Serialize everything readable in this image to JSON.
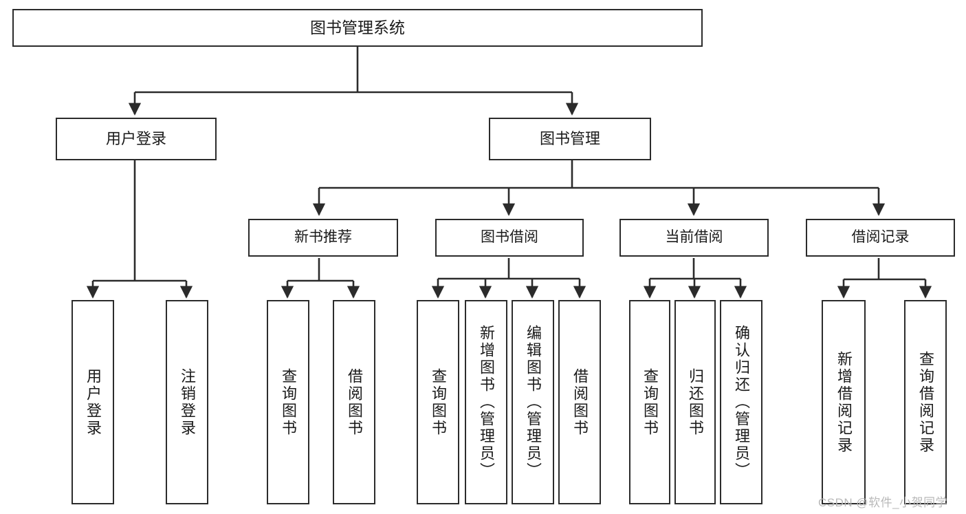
{
  "diagram": {
    "title": "图书管理系统",
    "type": "functional-structure-tree",
    "stroke_color": "#2b2b2b",
    "fill_color": "#ffffff",
    "text_color": "#1a1a1a"
  },
  "nodes": {
    "root": {
      "label": "图书管理系统"
    },
    "level2": [
      {
        "label": "用户登录"
      },
      {
        "label": "图书管理"
      }
    ],
    "level3": [
      {
        "label": "新书推荐"
      },
      {
        "label": "图书借阅"
      },
      {
        "label": "当前借阅"
      },
      {
        "label": "借阅记录"
      }
    ],
    "leaves": [
      {
        "label": "用户登录"
      },
      {
        "label": "注销登录"
      },
      {
        "label": "查询图书"
      },
      {
        "label": "借阅图书"
      },
      {
        "label": "查询图书"
      },
      {
        "label": "新增图书（管理员）"
      },
      {
        "label": "编辑图书（管理员）"
      },
      {
        "label": "借阅图书"
      },
      {
        "label": "查询图书"
      },
      {
        "label": "归还图书"
      },
      {
        "label": "确认归还（管理员）"
      },
      {
        "label": "新增借阅记录"
      },
      {
        "label": "查询借阅记录"
      }
    ]
  },
  "watermark": {
    "text": "CSDN @软件_小贺同学"
  }
}
